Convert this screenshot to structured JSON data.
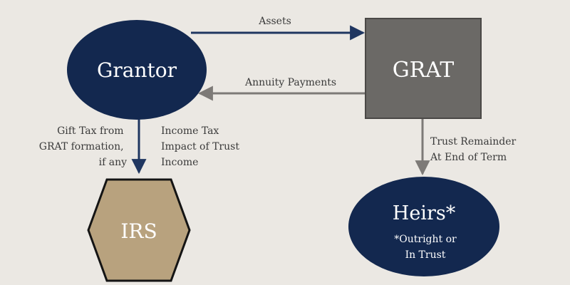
{
  "nodes": {
    "grantor": {
      "label": "Grantor"
    },
    "grat": {
      "label": "GRAT"
    },
    "irs": {
      "label": "IRS"
    },
    "heirs": {
      "label": "Heirs*",
      "note_line1": "*Outright or",
      "note_line2": "In Trust"
    }
  },
  "edges": {
    "assets": {
      "label": "Assets"
    },
    "annuity": {
      "label": "Annuity Payments"
    },
    "gift_tax": {
      "line1": "Gift Tax from",
      "line2": "GRAT formation,",
      "line3": "if any"
    },
    "income_tax": {
      "line1": "Income Tax",
      "line2": "Impact of Trust",
      "line3": "Income"
    },
    "remainder": {
      "line1": "Trust Remainder",
      "line2": "At End of Term"
    }
  },
  "colors": {
    "background": "#ebe8e3",
    "navy": "#13284f",
    "gray_box": "#6b6966",
    "tan": "#b8a27e",
    "arrow_navy": "#1f3660",
    "arrow_gray": "#7d7a77"
  }
}
